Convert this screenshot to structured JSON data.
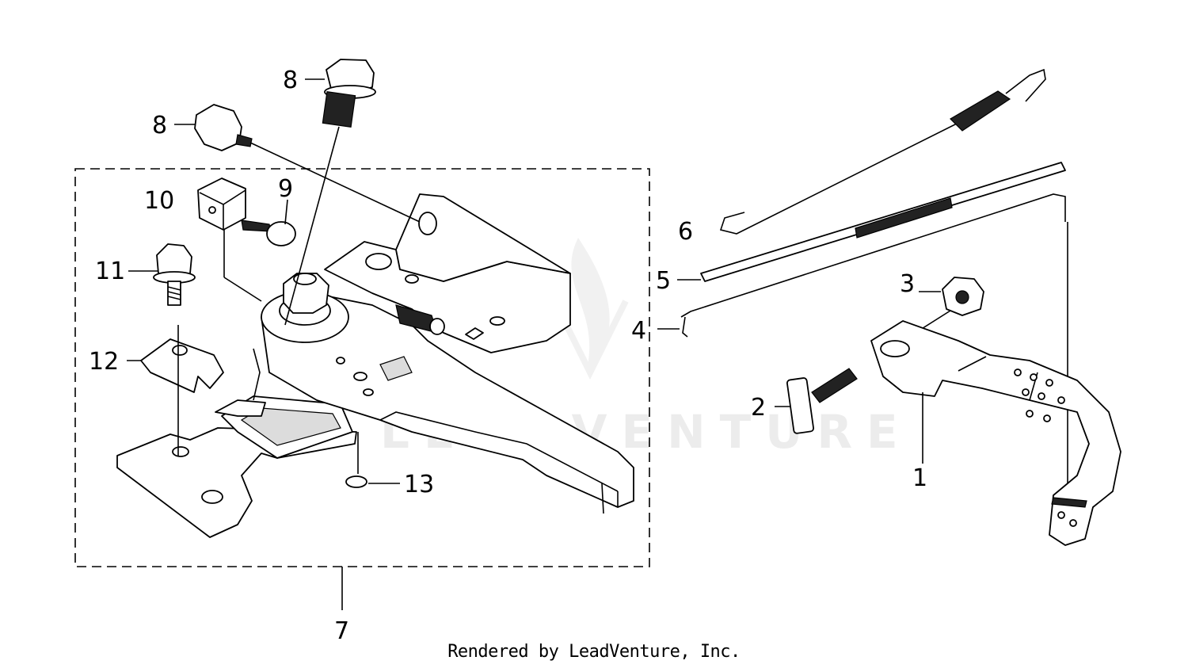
{
  "callouts": {
    "p1": "1",
    "p2": "2",
    "p3": "3",
    "p4": "4",
    "p5": "5",
    "p6": "6",
    "p7": "7",
    "p8a": "8",
    "p8b": "8",
    "p9": "9",
    "p10": "10",
    "p11": "11",
    "p12": "12",
    "p13": "13"
  },
  "footer": "Rendered by LeadVenture, Inc.",
  "watermark": "LEADVENTURE",
  "colors": {
    "line": "#000000",
    "watermark": "#ececec",
    "background": "#ffffff"
  }
}
